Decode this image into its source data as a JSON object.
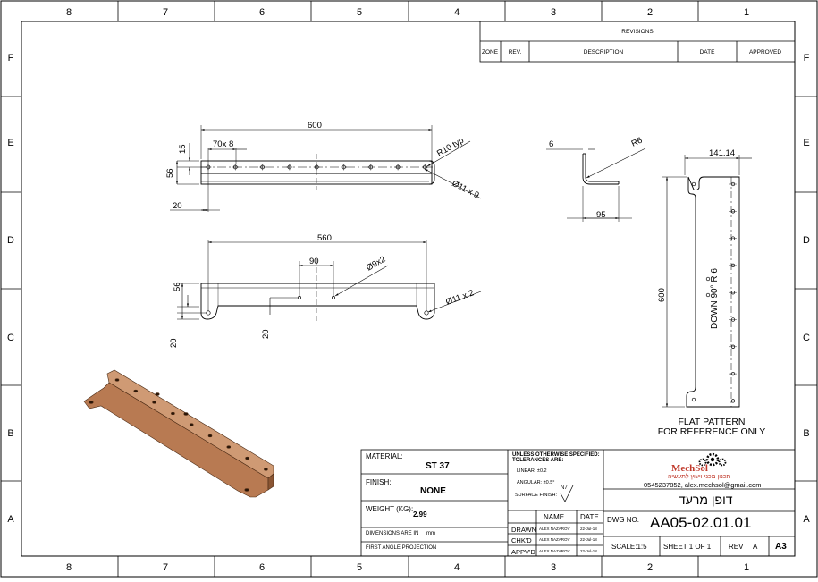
{
  "border": {
    "columns": [
      "8",
      "7",
      "6",
      "5",
      "4",
      "3",
      "2",
      "1"
    ],
    "rows": [
      "F",
      "E",
      "D",
      "C",
      "B",
      "A"
    ]
  },
  "revisions": {
    "title": "REVISIONS",
    "headers": [
      "ZONE",
      "REV.",
      "DESCRIPTION",
      "DATE",
      "APPROVED"
    ]
  },
  "views": {
    "top": {
      "length": "600",
      "spacing": "70x 8",
      "edge": "15",
      "width": "56",
      "offset": "20",
      "radius": "R10 typ",
      "holes": "Ø11 x 9"
    },
    "front": {
      "length": "560",
      "spacing": "90",
      "width": "56",
      "offset_a": "20",
      "offset_b": "20",
      "hole_a": "Ø9x2",
      "hole_b": "Ø11 x 2"
    },
    "side": {
      "flange": "6",
      "radius": "R6",
      "leg": "95"
    },
    "flat": {
      "width": "141.14",
      "length": "600",
      "bend_note": "DOWN 90° R 6",
      "note_line1": "FLAT PATTERN",
      "note_line2": "FOR REFERENCE ONLY"
    }
  },
  "title_block": {
    "material_label": "MATERIAL:",
    "material": "ST 37",
    "finish_label": "FINISH:",
    "finish": "NONE",
    "weight_label": "WEIGHT (KG):",
    "weight": "2.99",
    "dims_label": "DIMENSIONS ARE IN",
    "dims_unit": "mm",
    "projection": "FIRST ANGLE PROJECTION",
    "tol_title_1": "UNLESS OTHERWISE SPECIFIED:",
    "tol_title_2": "TOLERANCES ARE:",
    "linear": "LINEAR: ±0.2",
    "angular": "ANGULAR: ±0.5°",
    "surface": "SURFACE FINISH:",
    "surface_sym": "N7",
    "name_hdr": "NAME",
    "date_hdr": "DATE",
    "drawn_label": "DRAWN",
    "drawn_name": "ALEX NAZAROV",
    "drawn_date": "22-Jul-18",
    "chkd_label": "CHK'D",
    "chkd_name": "ALEX NAZAROV",
    "chkd_date": "22-Jul-18",
    "appvd_label": "APPV'D",
    "appvd_name": "ALEX NAZAROV",
    "appvd_date": "22-Jul-18",
    "company": "MechSol",
    "company_sub": "תכנון מכני ויעוץ לתעשיה",
    "contact": "0545237852, alex.mechsol@gmail.com",
    "part_name": "דופן מרעד",
    "dwg_label": "DWG NO.",
    "dwg_no": "AA05-02.01.01",
    "scale": "SCALE:1:5",
    "sheet": "SHEET 1 OF 1",
    "rev_label": "REV",
    "rev": "A",
    "size": "A3"
  },
  "colors": {
    "part": "#b87a52",
    "part_dark": "#8a5533",
    "part_light": "#cf9a74",
    "company": "#c0392b"
  }
}
